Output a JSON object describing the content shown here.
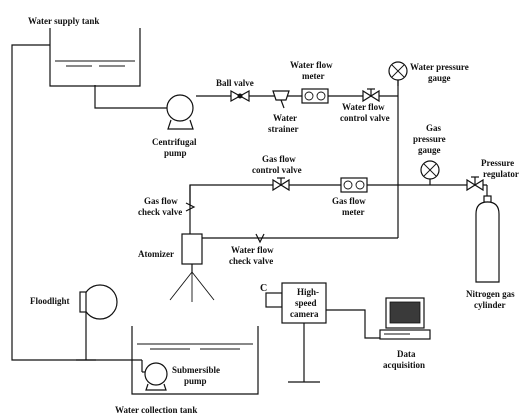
{
  "labels": {
    "water_supply_tank": "Water supply tank",
    "ball_valve": "Ball valve",
    "water_flow_meter_1": "Water flow",
    "water_flow_meter_2": "meter",
    "water_pressure_gauge_1": "Water pressure",
    "water_pressure_gauge_2": "gauge",
    "water_strainer_1": "Water",
    "water_strainer_2": "strainer",
    "water_flow_control_valve_1": "Water flow",
    "water_flow_control_valve_2": "control valve",
    "centrifugal_pump_1": "Centrifugal",
    "centrifugal_pump_2": "pump",
    "gas_pressure_gauge_1": "Gas",
    "gas_pressure_gauge_2": "pressure",
    "gas_pressure_gauge_3": "gauge",
    "pressure_regulator_1": "Pressure",
    "pressure_regulator_2": "regulator",
    "gas_flow_control_valve_1": "Gas flow",
    "gas_flow_control_valve_2": "control valve",
    "gas_flow_check_valve_1": "Gas flow",
    "gas_flow_check_valve_2": "check valve",
    "gas_flow_meter_1": "Gas flow",
    "gas_flow_meter_2": "meter",
    "atomizer": "Atomizer",
    "water_flow_check_valve_1": "Water flow",
    "water_flow_check_valve_2": "check valve",
    "nitrogen_gas_cylinder_1": "Nitrogen gas",
    "nitrogen_gas_cylinder_2": "cylinder",
    "high_speed_camera_1": "High-",
    "high_speed_camera_2": "speed",
    "high_speed_camera_3": "camera",
    "floodlight": "Floodlight",
    "data_acquisition_1": "Data",
    "data_acquisition_2": "acquisition",
    "submersible_pump_1": "Submersible",
    "submersible_pump_2": "pump",
    "water_collection_tank": "Water collection tank",
    "camera_mark": "C"
  }
}
